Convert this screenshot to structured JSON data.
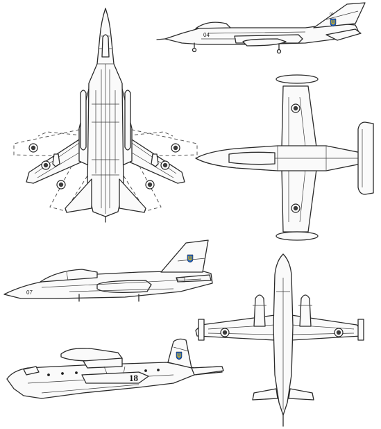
{
  "roundel": {
    "outer": "#ffffff",
    "ring": "#222222",
    "inner": "#3a3a3a"
  },
  "trident": {
    "shield": "#1f5fbf",
    "emblem": "#f2c200"
  },
  "line_color": "#2a2a2a",
  "aircraft": [
    {
      "id": "fighter-bomber-top",
      "marking": ""
    },
    {
      "id": "fighter-bomber-side",
      "marking": "04"
    },
    {
      "id": "jet-trainer-top",
      "marking": ""
    },
    {
      "id": "jet-trainer-side",
      "marking": "07"
    },
    {
      "id": "amphibian-side",
      "marking": "18"
    },
    {
      "id": "amphibian-top",
      "marking": ""
    }
  ]
}
